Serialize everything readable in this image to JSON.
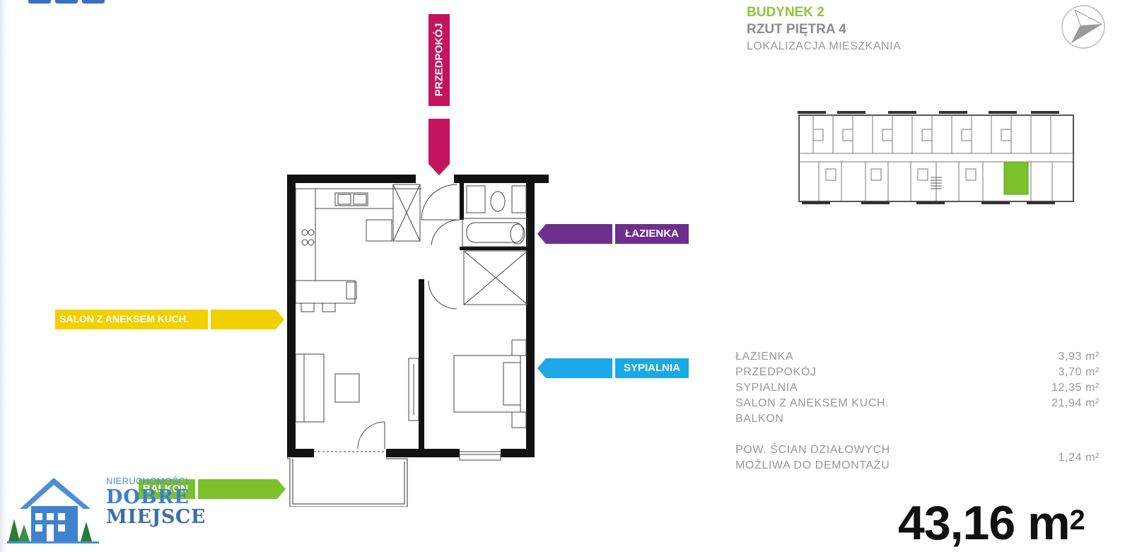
{
  "header": {
    "building": "BUDYNEK 2",
    "floor_plan": "RZUT PIĘTRA 4",
    "location": "LOKALIZACJA MIESZKANIA"
  },
  "rooms": {
    "przedpokoj": "PRZEDPOKÓJ",
    "lazienka": "ŁAZIENKA",
    "salon": "SALON Z ANEKSEM KUCH.",
    "sypialnia": "SYPIALNIA",
    "balkon": "BALKON"
  },
  "summary": {
    "rows": [
      {
        "name": "ŁAZIENKA",
        "value": "3,93 m²"
      },
      {
        "name": "PRZEDPOKÓJ",
        "value": "3,70 m²"
      },
      {
        "name": "SYPIALNIA",
        "value": "12,35 m²"
      },
      {
        "name": "SALON Z ANEKSEM KUCH.",
        "value": "21,94 m²"
      },
      {
        "name": "BALKON",
        "value": ""
      }
    ],
    "walls_line1": "POW. ŚCIAN DZIAŁOWYCH",
    "walls_line2": "MOŻLIWA DO DEMONTAŻU",
    "walls_value": "1,24 m²"
  },
  "total": {
    "number": "43,16",
    "unit": "m",
    "exp": "2"
  },
  "logo": {
    "line1": "NIERUCHOMOŚCI",
    "line2": "DOBRE",
    "line3": "MIEJSCE"
  },
  "colors": {
    "przedpokoj": "#c4145e",
    "lazienka": "#6d2f8c",
    "salon": "#f2d000",
    "sypialnia": "#1aa9e6",
    "balkon": "#7cc12c",
    "highlight": "#7cc12c",
    "header_green": "#8bc53f"
  }
}
